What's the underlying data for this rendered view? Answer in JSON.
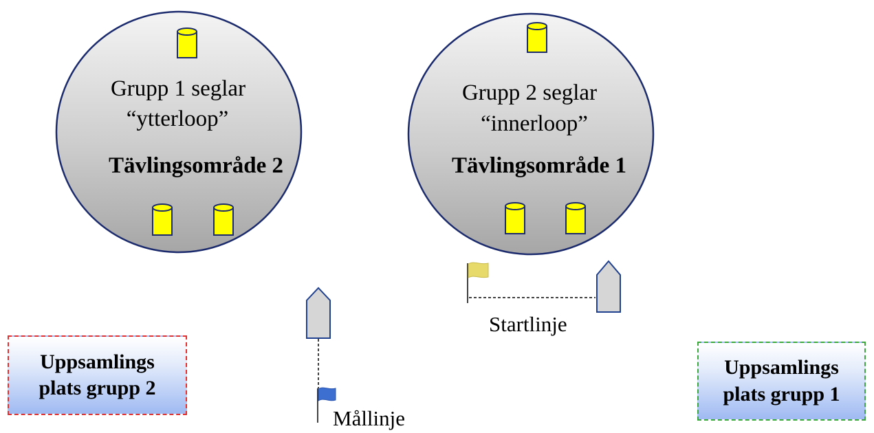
{
  "areas": [
    {
      "id": "area-2",
      "group_text": "Grupp 1 seglar",
      "loop_text": "“ytterloop”",
      "title": "Tävlingsområde 2"
    },
    {
      "id": "area-1",
      "group_text": "Grupp 2 seglar",
      "loop_text": "“innerloop”",
      "title": "Tävlingsområde 1"
    }
  ],
  "lines": {
    "start_label": "Startlinje",
    "finish_label": "Mållinje"
  },
  "gathering": [
    {
      "line1": "Uppsamlings",
      "line2": "plats grupp 2",
      "border_color": "#e03030"
    },
    {
      "line1": "Uppsamlings",
      "line2": "plats grupp 1",
      "border_color": "#3aa83a"
    }
  ],
  "colors": {
    "buoy_fill": "#ffff00",
    "buoy_stroke": "#1a2a6c",
    "area_stroke": "#1a2a6c",
    "boat_fill": "#d6d6d6",
    "boat_stroke": "#1f3f8f",
    "start_flag": "#e7d96a",
    "finish_flag": "#3d6fd0"
  }
}
